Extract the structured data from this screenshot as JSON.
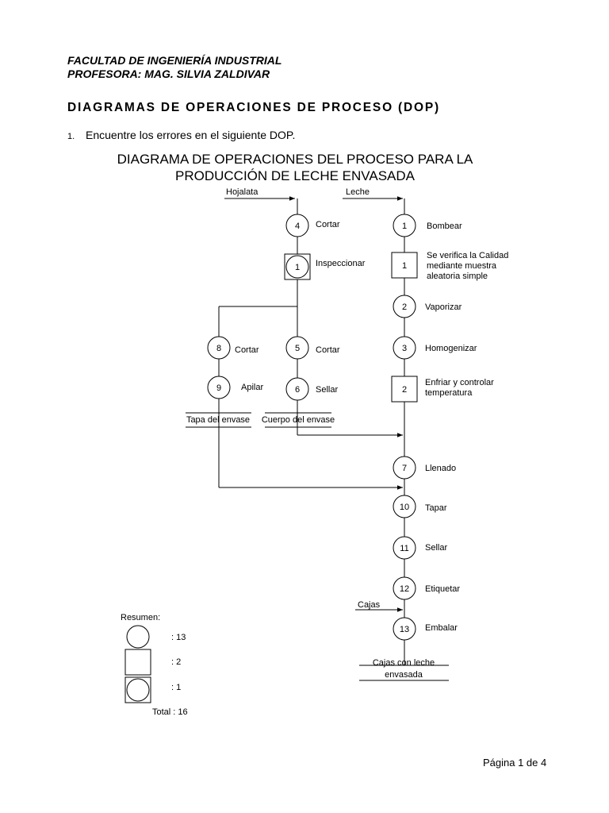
{
  "header": {
    "line1": "FACULTAD DE INGENIERÍA INDUSTRIAL",
    "line2": "PROFESORA: MAG. SILVIA ZALDIVAR"
  },
  "doc_title": "DIAGRAMAS DE OPERACIONES DE PROCESO (DOP)",
  "question": {
    "number": "1.",
    "text": "Encuentre los errores en el siguiente DOP."
  },
  "diagram": {
    "title_line1": "DIAGRAMA DE OPERACIONES DEL PROCESO PARA LA",
    "title_line2": "PRODUCCIÓN DE LECHE ENVASADA",
    "inputs": {
      "hojalata": "Hojalata",
      "leche": "Leche",
      "cajas": "Cajas"
    },
    "steps": {
      "op4": {
        "num": "4",
        "label": "Cortar"
      },
      "comb1": {
        "num": "1",
        "label": "Inspeccionar"
      },
      "op8": {
        "num": "8",
        "label": "Cortar"
      },
      "op9": {
        "num": "9",
        "label": "Apilar"
      },
      "op5": {
        "num": "5",
        "label": "Cortar"
      },
      "op6": {
        "num": "6",
        "label": "Sellar"
      },
      "op1": {
        "num": "1",
        "label": "Bombear"
      },
      "ins1": {
        "num": "1",
        "label_l1": "Se verifica la Calidad",
        "label_l2": "mediante muestra",
        "label_l3": "aleatoria simple"
      },
      "op2": {
        "num": "2",
        "label": "Vaporizar"
      },
      "op3": {
        "num": "3",
        "label": "Homogenizar"
      },
      "ins2": {
        "num": "2",
        "label_l1": "Enfriar y controlar",
        "label_l2": "temperatura"
      },
      "op7": {
        "num": "7",
        "label": "Llenado"
      },
      "op10": {
        "num": "10",
        "label": "Tapar"
      },
      "op11": {
        "num": "11",
        "label": "Sellar"
      },
      "op12": {
        "num": "12",
        "label": "Etiquetar"
      },
      "op13": {
        "num": "13",
        "label": "Embalar"
      }
    },
    "outputs": {
      "tapa": "Tapa del envase",
      "cuerpo": "Cuerpo del envase",
      "cajas_l1": "Cajas con leche",
      "cajas_l2": "envasada"
    },
    "summary": {
      "title": "Resumen:",
      "operations": ": 13",
      "inspections": ": 2",
      "combined": ": 1",
      "total": "Total : 16"
    }
  },
  "footer": {
    "page": "Página 1 de 4"
  }
}
